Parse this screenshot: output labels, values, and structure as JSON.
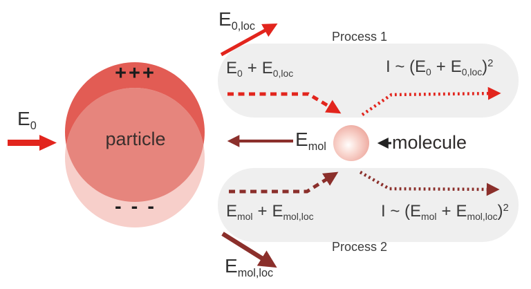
{
  "figure": {
    "incident_field": {
      "base": "E",
      "sub": "0"
    },
    "local_field": {
      "base": "E",
      "sub": "0,loc"
    },
    "particle": {
      "label": "particle",
      "positive": "+++",
      "negative": "- - -"
    },
    "molecule": {
      "label": "molecule",
      "field_base": "E",
      "field_sub": "mol"
    },
    "mol_local_field": {
      "base": "E",
      "sub": "mol,loc"
    },
    "process1": {
      "title": "Process 1",
      "sum": {
        "t1": "E",
        "s1": "0",
        "op": "+",
        "t2": "E",
        "s2": "0,loc"
      },
      "intensity": {
        "lead": "I ~ (",
        "t1": "E",
        "s1": "0",
        "op": "+",
        "t2": "E",
        "s2": "0,loc",
        "close": ")",
        "power": "2"
      }
    },
    "process2": {
      "title": "Process 2",
      "sum": {
        "t1": "E",
        "s1": "mol",
        "op": "+",
        "t2": "E",
        "s2": "mol,loc"
      },
      "intensity": {
        "lead": "I ~ (",
        "t1": "E",
        "s1": "mol",
        "op": "+",
        "t2": "E",
        "s2": "mol,loc",
        "close": ")",
        "power": "2"
      }
    },
    "colors": {
      "bright_red": "#e2251d",
      "maroon": "#8b2f2b",
      "particle_top": "#e25c54",
      "particle_overlap": "#e6857d",
      "particle_bottom": "#f7cfca",
      "panel_gray": "#efefef",
      "text_dark": "#3b3b3b",
      "charge_black": "#1c1c1c"
    }
  }
}
